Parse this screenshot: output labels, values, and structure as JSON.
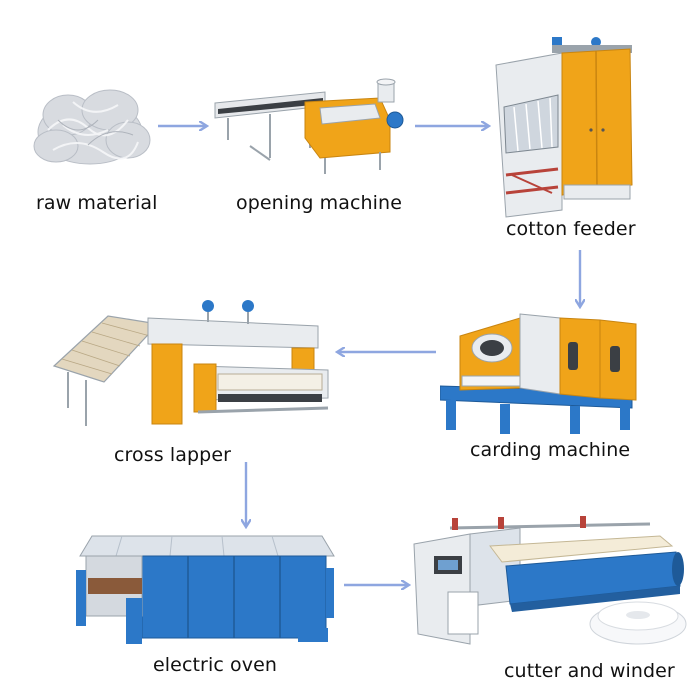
{
  "colors": {
    "arrow": "#8ea6e0",
    "machine_orange": "#f0a419",
    "machine_blue": "#2c78c8",
    "machine_white": "#e9ecef",
    "frame_gray": "#9aa3ab"
  },
  "flow": {
    "steps": [
      {
        "label": "raw material",
        "icon": "raw-fiber-icon"
      },
      {
        "label": "opening machine",
        "icon": "opening-machine-icon"
      },
      {
        "label": "cotton feeder",
        "icon": "cotton-feeder-icon"
      },
      {
        "label": "carding machine",
        "icon": "carding-machine-icon"
      },
      {
        "label": "cross lapper",
        "icon": "cross-lapper-icon"
      },
      {
        "label": "electric oven",
        "icon": "electric-oven-icon"
      },
      {
        "label": "cutter and winder",
        "icon": "cutter-winder-icon"
      }
    ]
  }
}
